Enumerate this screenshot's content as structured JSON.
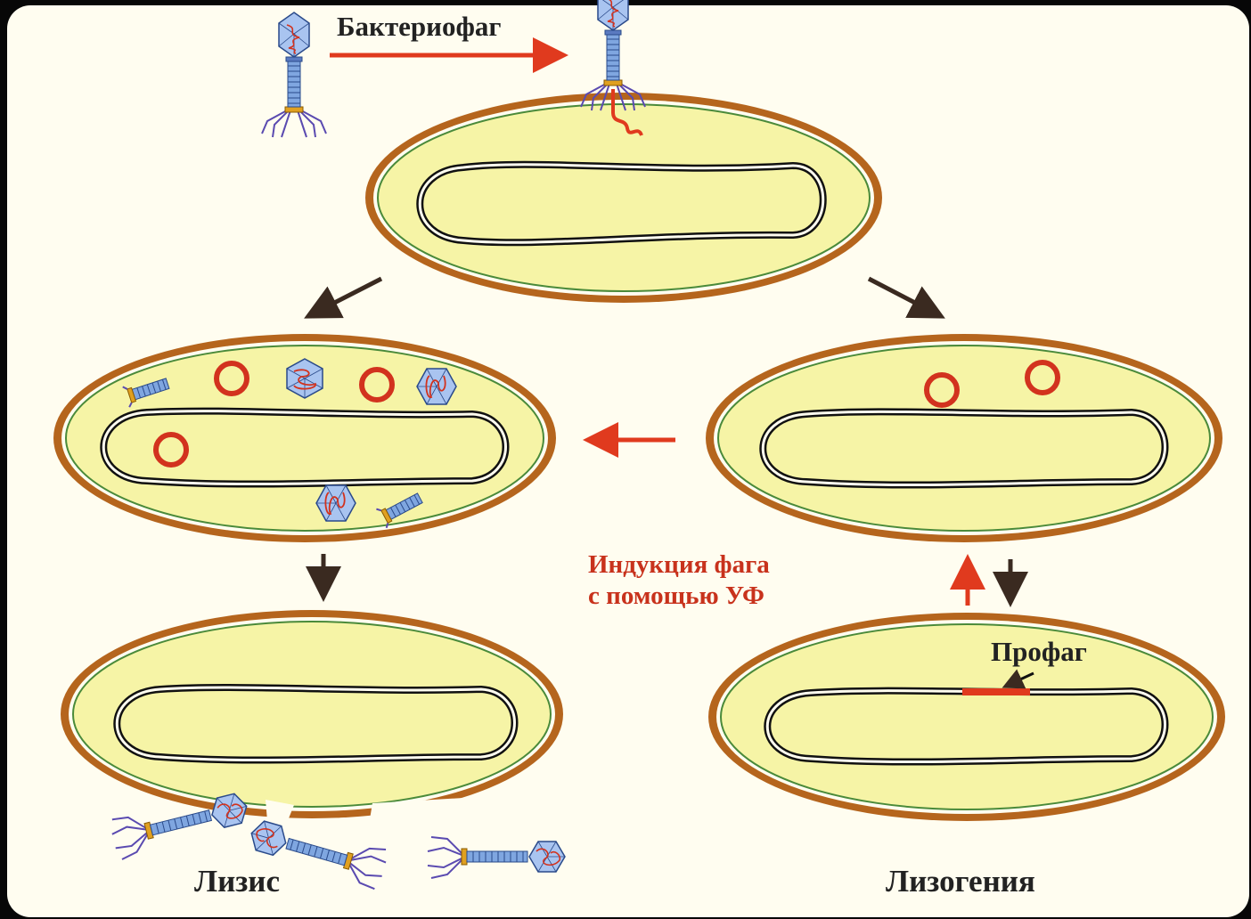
{
  "labels": {
    "bacteriophage": "Бактериофаг",
    "induction_line1": "Индукция фага",
    "induction_line2": "с помощью УФ",
    "prophage": "Профаг",
    "lysis": "Лизис",
    "lysogeny": "Лизогения"
  },
  "colors": {
    "cell_wall": "#b5651d",
    "cytoplasm": "#f6f4a6",
    "membrane": "#4a8a3a",
    "dna": "#111111",
    "plasmid": "#d2321e",
    "phage_head": "#8fb4e6",
    "phage_dna": "#d2321e",
    "arrow_red": "#e03a1e",
    "arrow_dark": "#3a2a20",
    "background": "#fffdf0"
  }
}
